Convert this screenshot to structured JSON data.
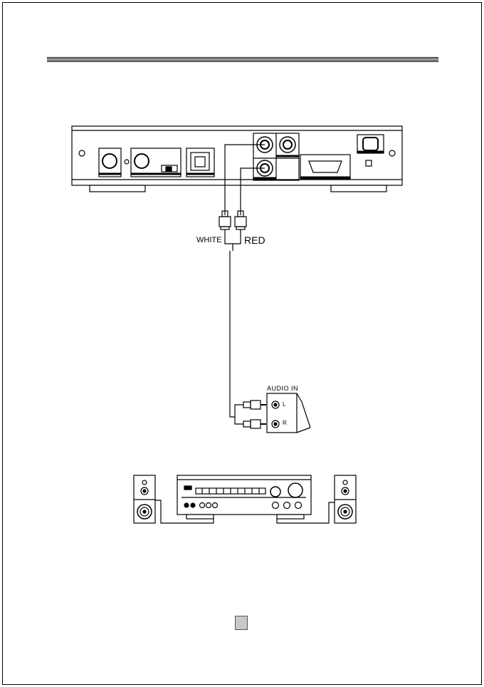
{
  "labels": {
    "white": "WHITE",
    "red": "RED",
    "audio_in": "AUDIO IN",
    "left": "L",
    "right": "R"
  },
  "page_number": ""
}
